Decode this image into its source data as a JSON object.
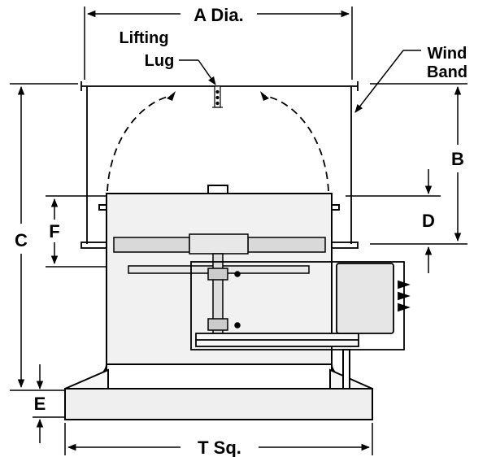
{
  "labels": {
    "a_dia": "A Dia.",
    "lifting_lug_line1": "Lifting",
    "lifting_lug_line2": "Lug",
    "wind_band_line1": "Wind",
    "wind_band_line2": "Band",
    "b": "B",
    "c": "C",
    "d": "D",
    "e": "E",
    "f": "F",
    "t_sq": "T Sq."
  },
  "colors": {
    "line": "#000000",
    "housing_fill": "#f1f1f1",
    "base_fill": "#efefef",
    "motor_fill": "#e6e6e6",
    "blade_fill": "#d9d9d9"
  }
}
